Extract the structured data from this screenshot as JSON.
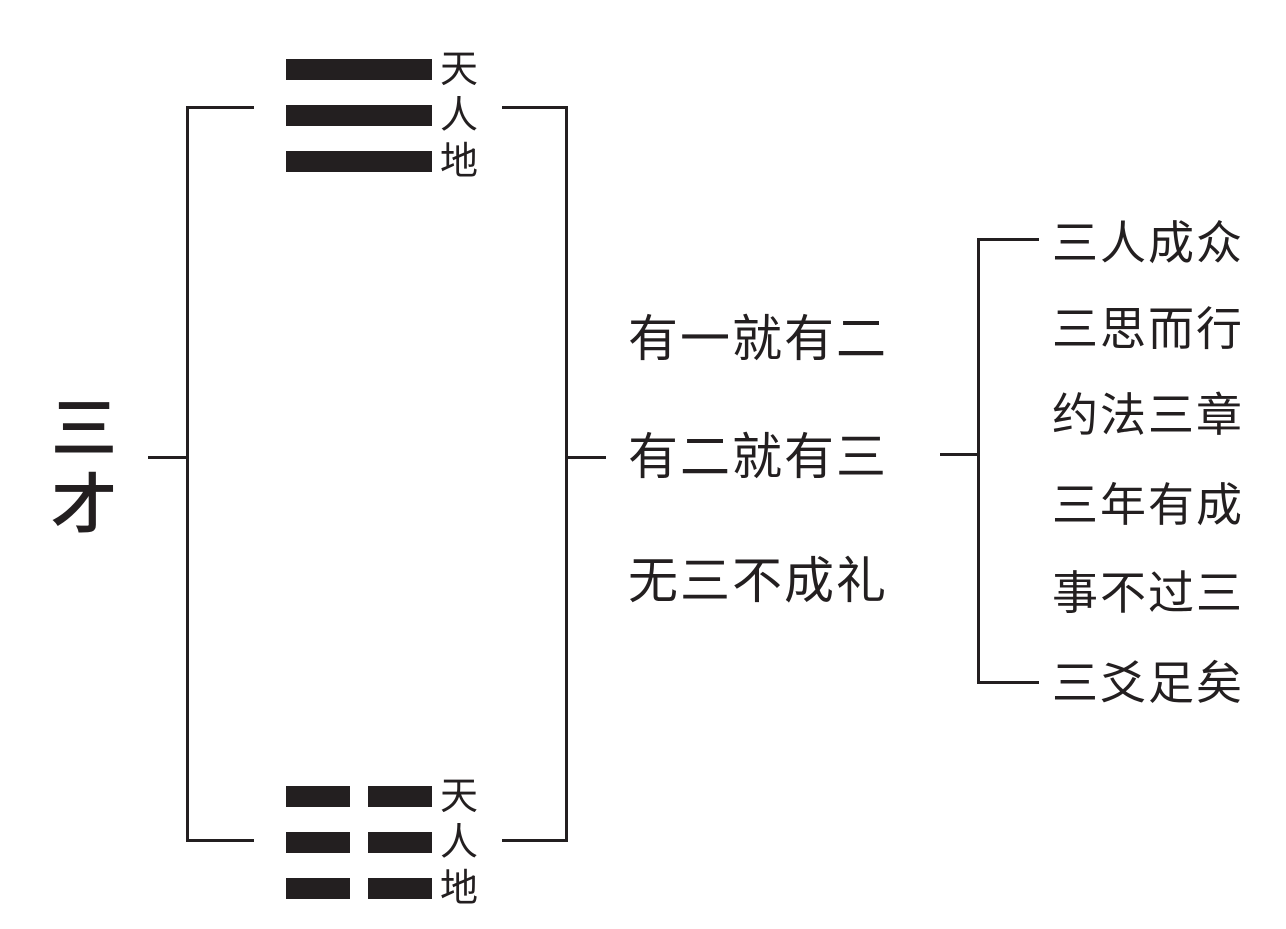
{
  "title": "三\n才",
  "upper_trigram": {
    "lines": [
      {
        "label": "天",
        "broken": false
      },
      {
        "label": "人",
        "broken": false
      },
      {
        "label": "地",
        "broken": false
      }
    ]
  },
  "lower_trigram": {
    "lines": [
      {
        "label": "天",
        "broken": true
      },
      {
        "label": "人",
        "broken": true
      },
      {
        "label": "地",
        "broken": true
      }
    ]
  },
  "middle_phrases": [
    "有一就有二",
    "有二就有三",
    "无三不成礼"
  ],
  "right_phrases": [
    "三人成众",
    "三思而行",
    "约法三章",
    "三年有成",
    "事不过三",
    "三爻足矣"
  ]
}
